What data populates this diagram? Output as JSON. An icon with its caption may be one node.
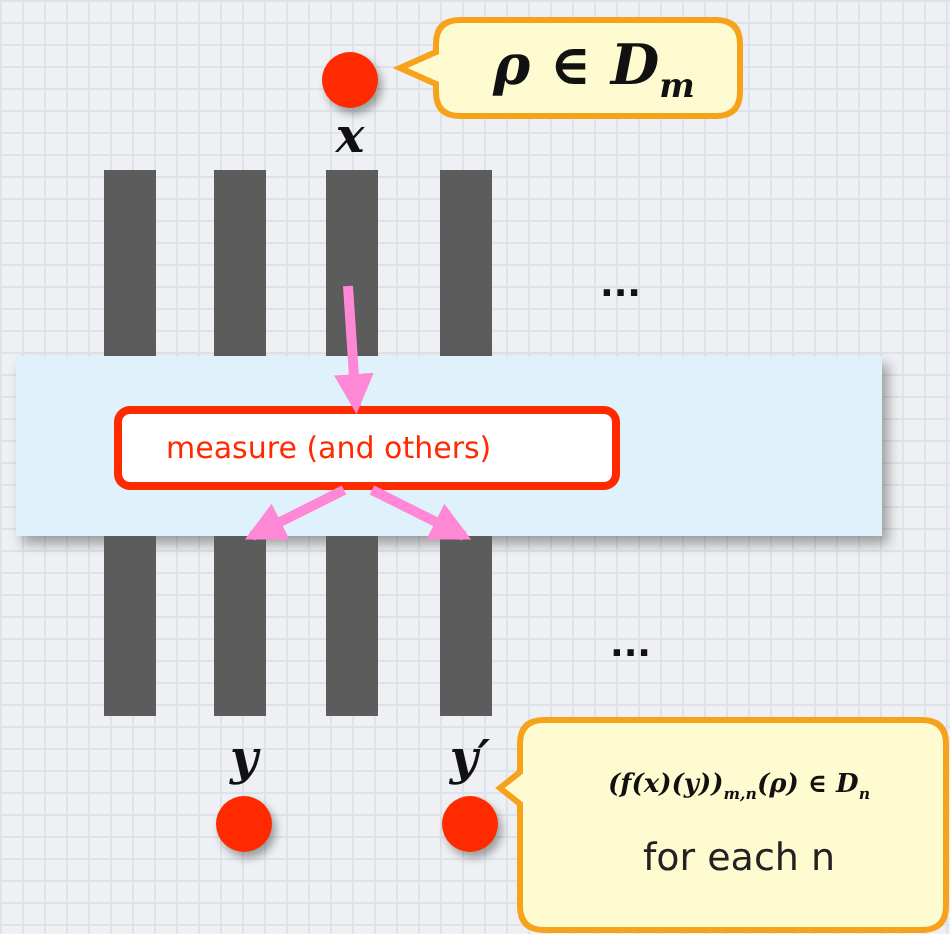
{
  "diagram": {
    "nodes": [
      {
        "text": [],
        "shape": "circle",
        "beside": [
          "x"
        ]
      },
      {
        "text": [
          "ρ ∈ D$_{m}$"
        ]
      },
      {
        "text": [],
        "shape": "bar"
      },
      {
        "text": [],
        "shape": "bar"
      },
      {
        "text": [],
        "shape": "bar"
      },
      {
        "text": [],
        "shape": "bar"
      },
      {
        "text": [],
        "shape": "box"
      },
      {
        "text": [
          "measure (and others)"
        ],
        "in": 6
      },
      {
        "text": [],
        "shape": "bar"
      },
      {
        "text": [],
        "shape": "bar"
      },
      {
        "text": [],
        "shape": "bar"
      },
      {
        "text": [],
        "shape": "bar"
      },
      {
        "text": [],
        "shape": "circle",
        "beside": [
          "y"
        ]
      },
      {
        "text": [],
        "shape": "circle",
        "beside": [
          "y′"
        ]
      },
      {
        "text": [
          "(f(x)(y))$_{m,n}$(ρ) ∈ D$_{n}$",
          "for each n"
        ]
      }
    ],
    "edges": [
      {
        "from": 4,
        "to": 7,
        "arrow": "to"
      },
      {
        "from": 7,
        "to": 9,
        "arrow": "to"
      },
      {
        "from": 7,
        "to": 11,
        "arrow": "to"
      }
    ],
    "labels": [
      "...",
      "..."
    ]
  }
}
